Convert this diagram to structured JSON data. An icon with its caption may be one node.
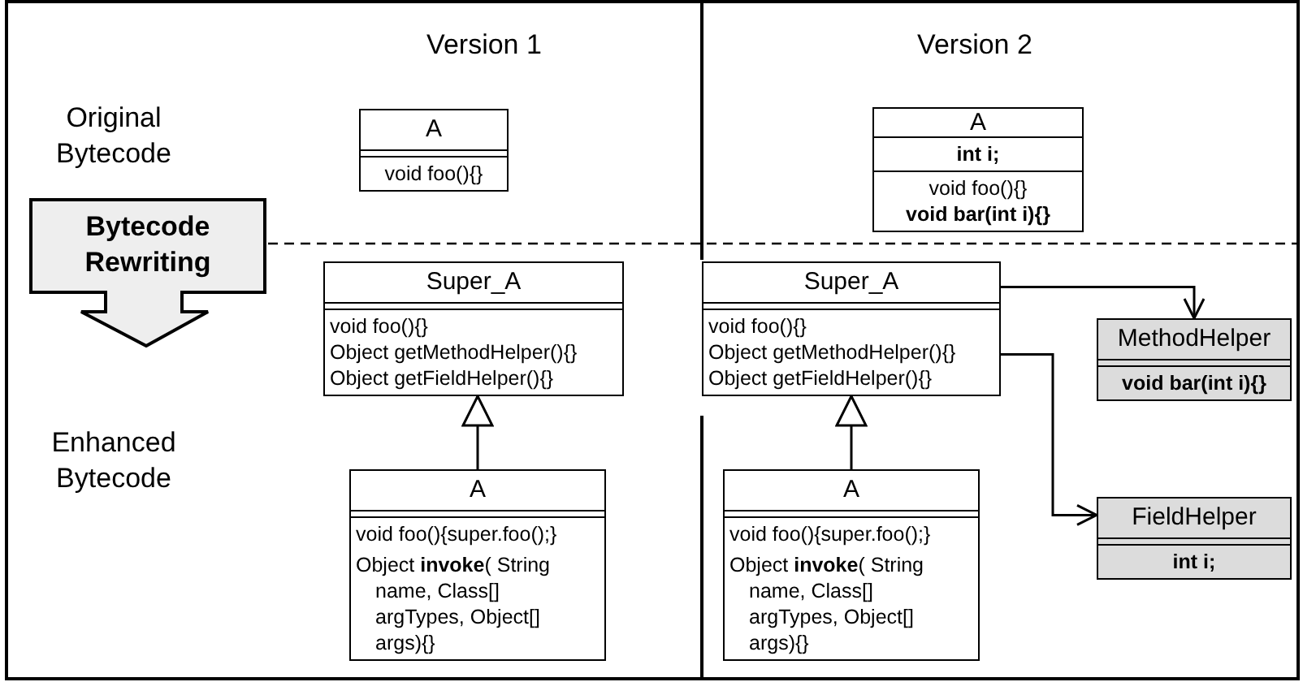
{
  "diagram": {
    "nodes": [
      {
        "text": [
          "A",
          "void foo(){}"
        ]
      },
      {
        "text": [
          "A",
          "int i;",
          "void foo(){}",
          "void bar(int i){}"
        ]
      },
      {
        "text": [
          "Super_A",
          "void foo(){}",
          "Object getMethodHelper(){}",
          "Object getFieldHelper(){}"
        ]
      },
      {
        "text": [
          "A",
          "void foo(){super.foo();}",
          "Object **invoke**( String name, Class[] argTypes, Object[] args){}"
        ]
      },
      {
        "text": [
          "Super_A",
          "void foo(){}",
          "Object getMethodHelper(){}",
          "Object getFieldHelper(){}"
        ]
      },
      {
        "text": [
          "A",
          "void foo(){super.foo();}",
          "Object **invoke**( String name, Class[] argTypes, Object[] args){}"
        ]
      },
      {
        "text": [
          "MethodHelper",
          "void bar(int i){}"
        ]
      },
      {
        "text": [
          "FieldHelper",
          "int i;"
        ]
      },
      {
        "text": [
          "Bytecode Rewriting"
        ]
      }
    ],
    "edges": [
      {
        "from": 3,
        "to": 2,
        "arrow": "to"
      },
      {
        "from": 5,
        "to": 4,
        "arrow": "to"
      },
      {
        "from": 4,
        "to": 6,
        "arrow": "to"
      },
      {
        "from": 4,
        "to": 7,
        "arrow": "to"
      }
    ],
    "labels": [
      "Version 1",
      "Version 2",
      "Original Bytecode",
      "Enhanced Bytecode"
    ]
  }
}
